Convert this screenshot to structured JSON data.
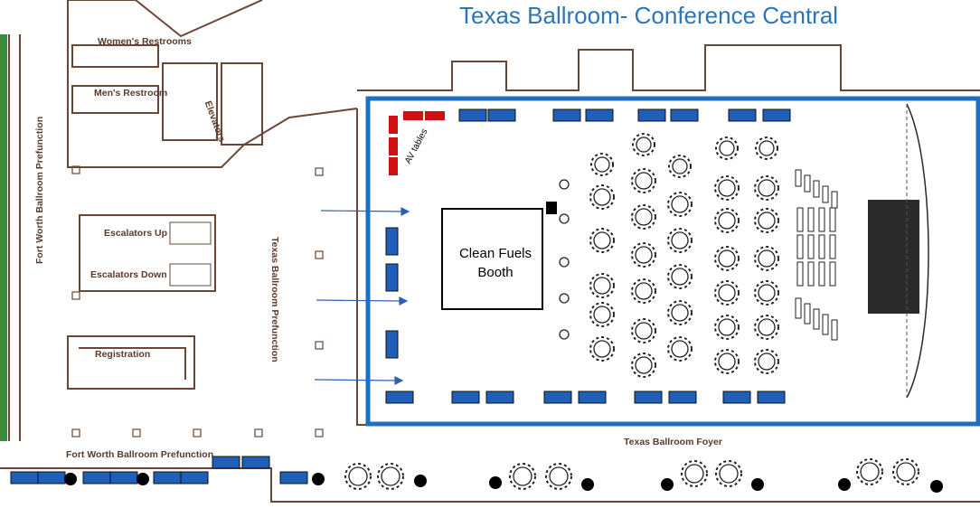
{
  "title": "Texas Ballroom- Conference Central",
  "labels": {
    "womens_restrooms": "Women's Restrooms",
    "mens_restroom": "Men's Restroom",
    "elevators": "Elevators",
    "fort_worth_prefunction_vertical": "Fort Worth Ballroom Prefunction",
    "escalators_up": "Escalators Up",
    "escalators_down": "Escalators Down",
    "texas_prefunction": "Texas Ballroom Prefunction",
    "registration": "Registration",
    "fort_worth_prefunction": "Fort Worth Ballroom Prefunction",
    "texas_foyer": "Texas Ballroom Foyer",
    "av_tables": "AV tables",
    "booth": "Clean Fuels Booth"
  },
  "colors": {
    "title_blue": "#2e75b6",
    "highlight_border": "#1f6fc0",
    "table_blue": "#1f5fb8",
    "av_table_red": "#d01010",
    "wall_brown": "#6b4636",
    "stage_dark": "#2a2a2a",
    "wall_green": "#3c8a3c"
  },
  "icons": [
    "arrow-right-icon",
    "round-table-icon",
    "cocktail-table-icon",
    "stage-icon"
  ]
}
